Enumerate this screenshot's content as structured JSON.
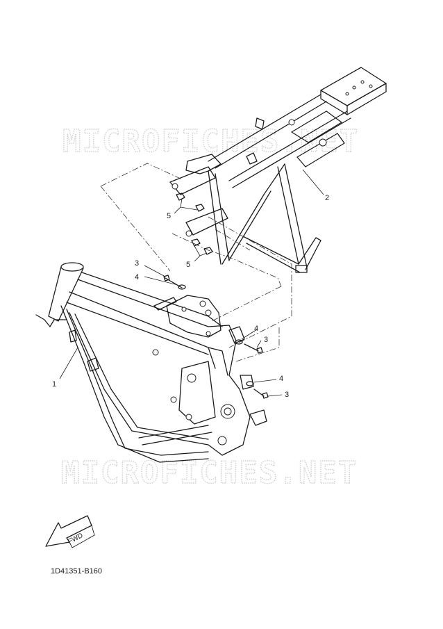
{
  "watermark": {
    "top": "MICROFICHES.NET",
    "bottom": "MICROFICHES.NET"
  },
  "callouts": {
    "c1": "1",
    "c2": "2",
    "c3a": "3",
    "c3b": "3",
    "c3c": "3",
    "c4a": "4",
    "c4b": "4",
    "c4c": "4",
    "c5a": "5",
    "c5b": "5"
  },
  "fwd_label": "FWD",
  "diagram_code": "1D41351-B160"
}
